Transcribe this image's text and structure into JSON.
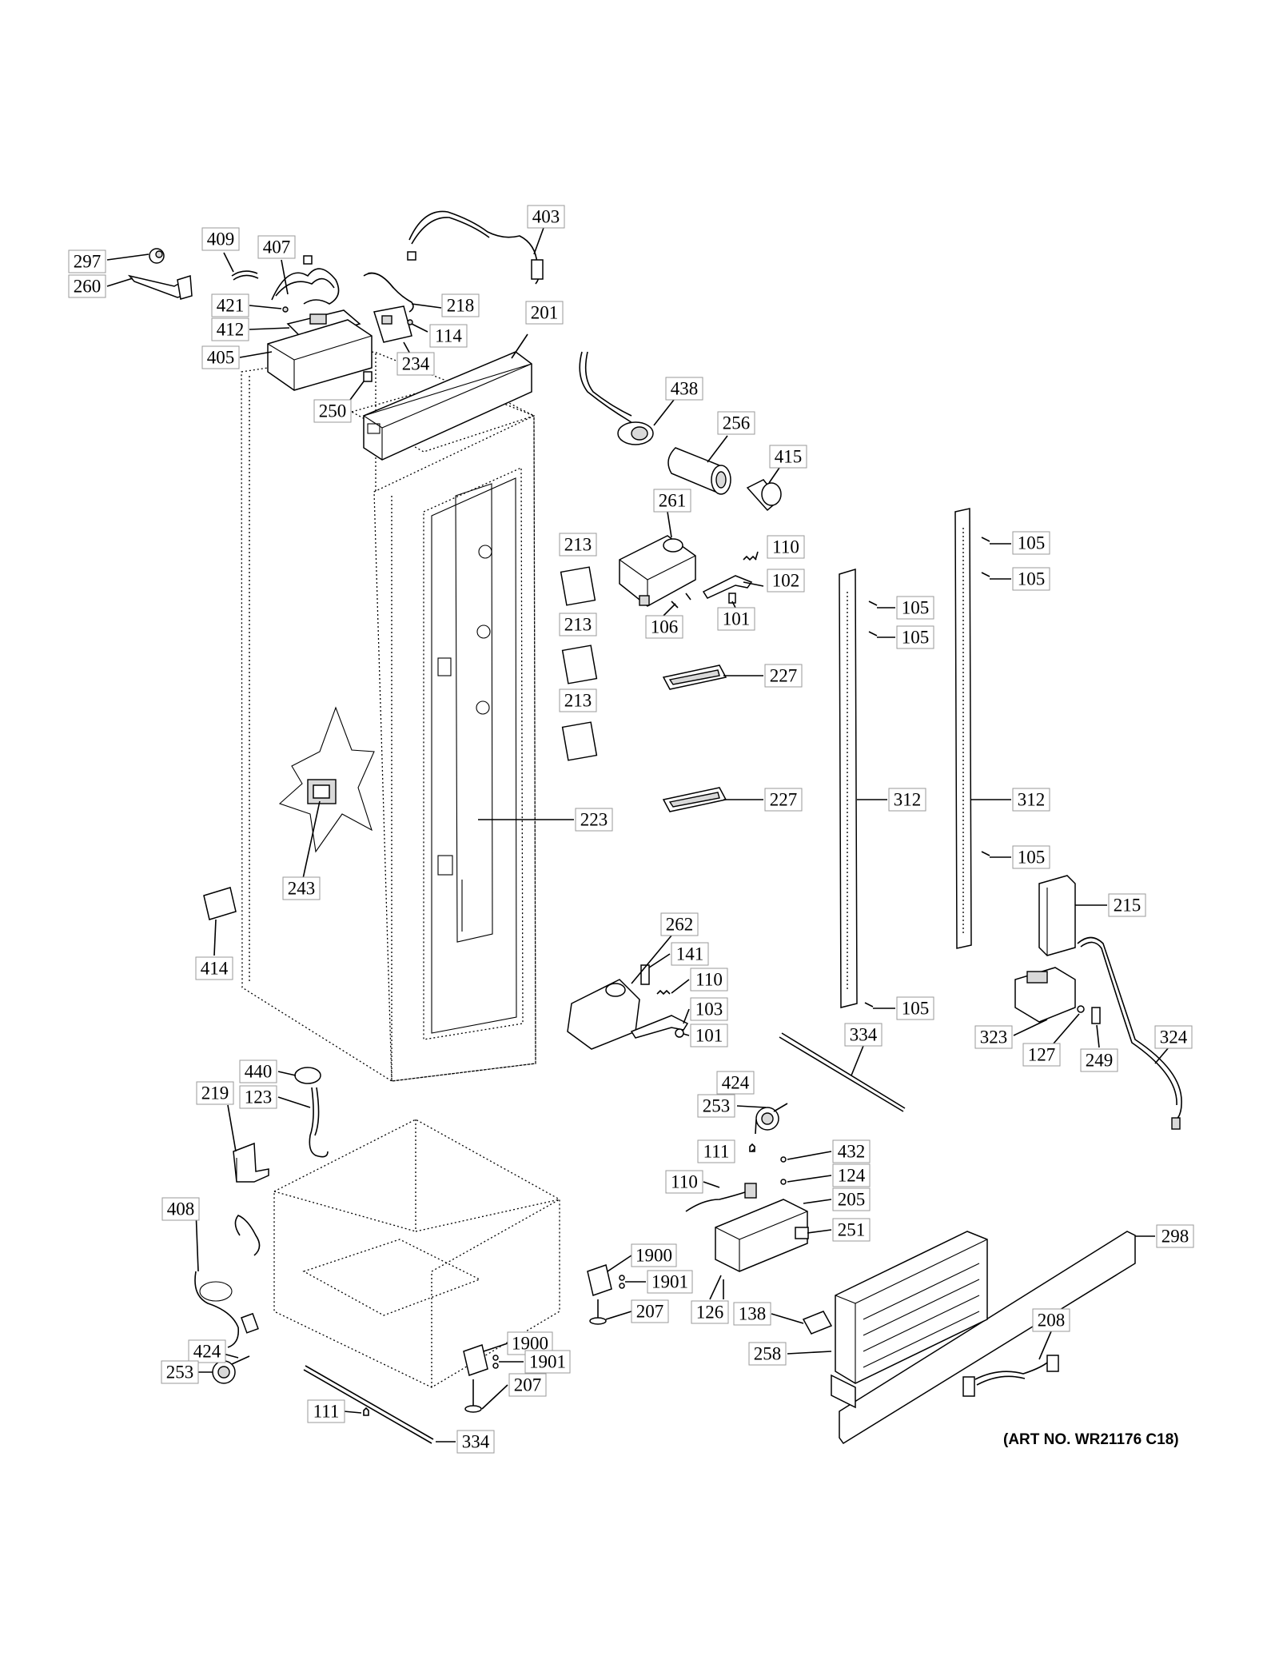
{
  "callouts": [
    {
      "id": "c297a",
      "text": "297"
    },
    {
      "id": "c260",
      "text": "260"
    },
    {
      "id": "c409",
      "text": "409"
    },
    {
      "id": "c407",
      "text": "407"
    },
    {
      "id": "c403",
      "text": "403"
    },
    {
      "id": "c421",
      "text": "421"
    },
    {
      "id": "c412",
      "text": "412"
    },
    {
      "id": "c405",
      "text": "405"
    },
    {
      "id": "c218",
      "text": "218"
    },
    {
      "id": "c114",
      "text": "114"
    },
    {
      "id": "c234",
      "text": "234"
    },
    {
      "id": "c201",
      "text": "201"
    },
    {
      "id": "c250",
      "text": "250"
    },
    {
      "id": "c438",
      "text": "438"
    },
    {
      "id": "c256",
      "text": "256"
    },
    {
      "id": "c415",
      "text": "415"
    },
    {
      "id": "c261",
      "text": "261"
    },
    {
      "id": "c110a",
      "text": "110"
    },
    {
      "id": "c102",
      "text": "102"
    },
    {
      "id": "c106",
      "text": "106"
    },
    {
      "id": "c101a",
      "text": "101"
    },
    {
      "id": "c213a",
      "text": "213"
    },
    {
      "id": "c213b",
      "text": "213"
    },
    {
      "id": "c213c",
      "text": "213"
    },
    {
      "id": "c227a",
      "text": "227"
    },
    {
      "id": "c227b",
      "text": "227"
    },
    {
      "id": "c223",
      "text": "223"
    },
    {
      "id": "c243",
      "text": "243"
    },
    {
      "id": "c105a",
      "text": "105"
    },
    {
      "id": "c105b",
      "text": "105"
    },
    {
      "id": "c105c",
      "text": "105"
    },
    {
      "id": "c105d",
      "text": "105"
    },
    {
      "id": "c105e",
      "text": "105"
    },
    {
      "id": "c105f",
      "text": "105"
    },
    {
      "id": "c312a",
      "text": "312"
    },
    {
      "id": "c312b",
      "text": "312"
    },
    {
      "id": "c215",
      "text": "215"
    },
    {
      "id": "c414",
      "text": "414"
    },
    {
      "id": "c262",
      "text": "262"
    },
    {
      "id": "c141",
      "text": "141"
    },
    {
      "id": "c110b",
      "text": "110"
    },
    {
      "id": "c103",
      "text": "103"
    },
    {
      "id": "c101b",
      "text": "101"
    },
    {
      "id": "c334a",
      "text": "334"
    },
    {
      "id": "c323",
      "text": "323"
    },
    {
      "id": "c127",
      "text": "127"
    },
    {
      "id": "c249",
      "text": "249"
    },
    {
      "id": "c324",
      "text": "324"
    },
    {
      "id": "c440",
      "text": "440"
    },
    {
      "id": "c123",
      "text": "123"
    },
    {
      "id": "c219",
      "text": "219"
    },
    {
      "id": "c424a",
      "text": "424"
    },
    {
      "id": "c253a",
      "text": "253"
    },
    {
      "id": "c111a",
      "text": "111"
    },
    {
      "id": "c432",
      "text": "432"
    },
    {
      "id": "c110c",
      "text": "110"
    },
    {
      "id": "c124",
      "text": "124"
    },
    {
      "id": "c205",
      "text": "205"
    },
    {
      "id": "c251",
      "text": "251"
    },
    {
      "id": "c298",
      "text": "298"
    },
    {
      "id": "c408",
      "text": "408"
    },
    {
      "id": "c1900a",
      "text": "1900"
    },
    {
      "id": "c1901a",
      "text": "1901"
    },
    {
      "id": "c207a",
      "text": "207"
    },
    {
      "id": "c126",
      "text": "126"
    },
    {
      "id": "c138",
      "text": "138"
    },
    {
      "id": "c258",
      "text": "258"
    },
    {
      "id": "c208",
      "text": "208"
    },
    {
      "id": "c424b",
      "text": "424"
    },
    {
      "id": "c253b",
      "text": "253"
    },
    {
      "id": "c1900b",
      "text": "1900"
    },
    {
      "id": "c1901b",
      "text": "1901"
    },
    {
      "id": "c207b",
      "text": "207"
    },
    {
      "id": "c111b",
      "text": "111"
    },
    {
      "id": "c334b",
      "text": "334"
    }
  ],
  "art_number": "(ART NO. WR21176 C18)"
}
